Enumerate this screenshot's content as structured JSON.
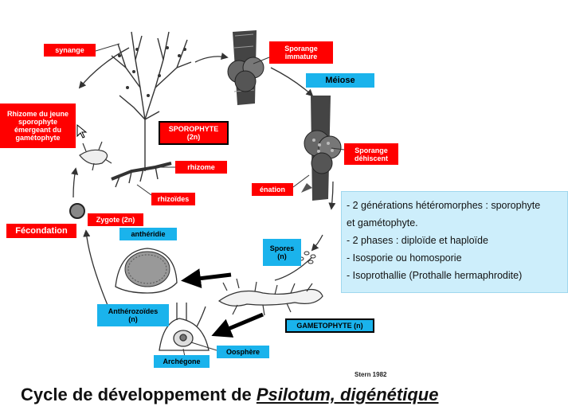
{
  "labels": {
    "synange": "synange",
    "sporange_immature": "Sporange\nimmature",
    "meiose": "Méiose",
    "rhizome_jeune": "Rhizome du jeune\nsporophyte\némergeant du\ngamétophyte",
    "sporophyte": "SPOROPHYTE\n(2n)",
    "sporange_dehiscent": "Sporange\ndéhiscent",
    "rhizome": "rhizome",
    "enation": "énation",
    "rhizoides": "rhizoïdes",
    "zygote": "Zygote (2n)",
    "fecondation": "Fécondation",
    "antheridie": "anthéridie",
    "spores": "Spores\n(n)",
    "antherozoides": "Anthérozoïdes\n(n)",
    "gametophyte": "GAMETOPHYTE (n)",
    "oosphere": "Oosphère",
    "archegone": "Archégone"
  },
  "info_box": [
    "- 2 générations hétéromorphes : sporophyte",
    "et gamétophyte.",
    "- 2 phases :  diploïde et haploïde",
    "- Isosporie ou homosporie",
    "- Isoprothallie (Prothalle hermaphrodite)"
  ],
  "credit": "Stern 1982",
  "title": {
    "prefix": "Cycle de développement de ",
    "italic": "Psilotum, digénétique"
  },
  "colors": {
    "red_label": "#ff0000",
    "blue_label": "#1ab3ec",
    "info_bg": "#cdeefb"
  }
}
